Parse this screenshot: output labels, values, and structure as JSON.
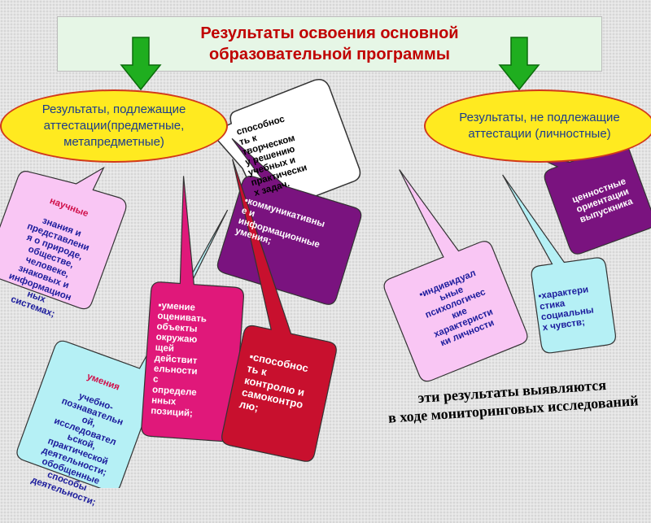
{
  "title": "Результаты освоения основной\nобразовательной программы",
  "left_root": "Результаты, подлежащие\nаттестации(предметные,\nметапредметные)",
  "right_root": "Результаты, не подлежащие\nаттестации (личностные)",
  "callouts": {
    "creative": "способнос\nть к\nтворческом\nу решению\nучебных и\nпрактически\nх задач.",
    "knowledge_head": "научные",
    "knowledge_body": "знания и\nпредставлени\nя о природе,\nобществе,\nчеловеке,\nзнаковых и\nинформацион\nных\nсистемах;",
    "communicative": "▪коммуникативны\nе и\nинформационные\nумения;",
    "skills_head": "умения",
    "skills_body": "учебно-\nпознавательн\nой,\nисследовател\nьской,\nпрактической\nдеятельности;\nобобщенные\nспособы\nдеятельности;",
    "evaluate": "▪умение\nоценивать\nобъекты\nокружаю\nщей\nдействит\nельности\nс\nопределе\nнных\nпозиций;",
    "control": "▪способнос\nть к\nконтролю и\nсамоконтро\nлю;",
    "individual": "▪индивидуал\nьные\nпсихологичес\nкие\nхарактеристи\nки личности",
    "social": "▪характери\nстика\nсоциальны\nх чувств;",
    "values": "ценностные\nориентации\nвыпускника"
  },
  "bottom_note": "эти результаты выявляются\nв ходе мониторинговых  исследований",
  "colors": {
    "title_text": "#c00000",
    "title_bg": "#e6f6e6",
    "ellipse_fill": "#ffea20",
    "ellipse_stroke": "#d23a1a",
    "ellipse_text": "#1c3c8c",
    "arrow_green": "#1fae1f",
    "pink_light": "#f9c6f4",
    "purple_dark": "#7a137f",
    "magenta": "#e0187a",
    "crimson": "#c8102e",
    "cyan_light": "#b5f0f5"
  }
}
